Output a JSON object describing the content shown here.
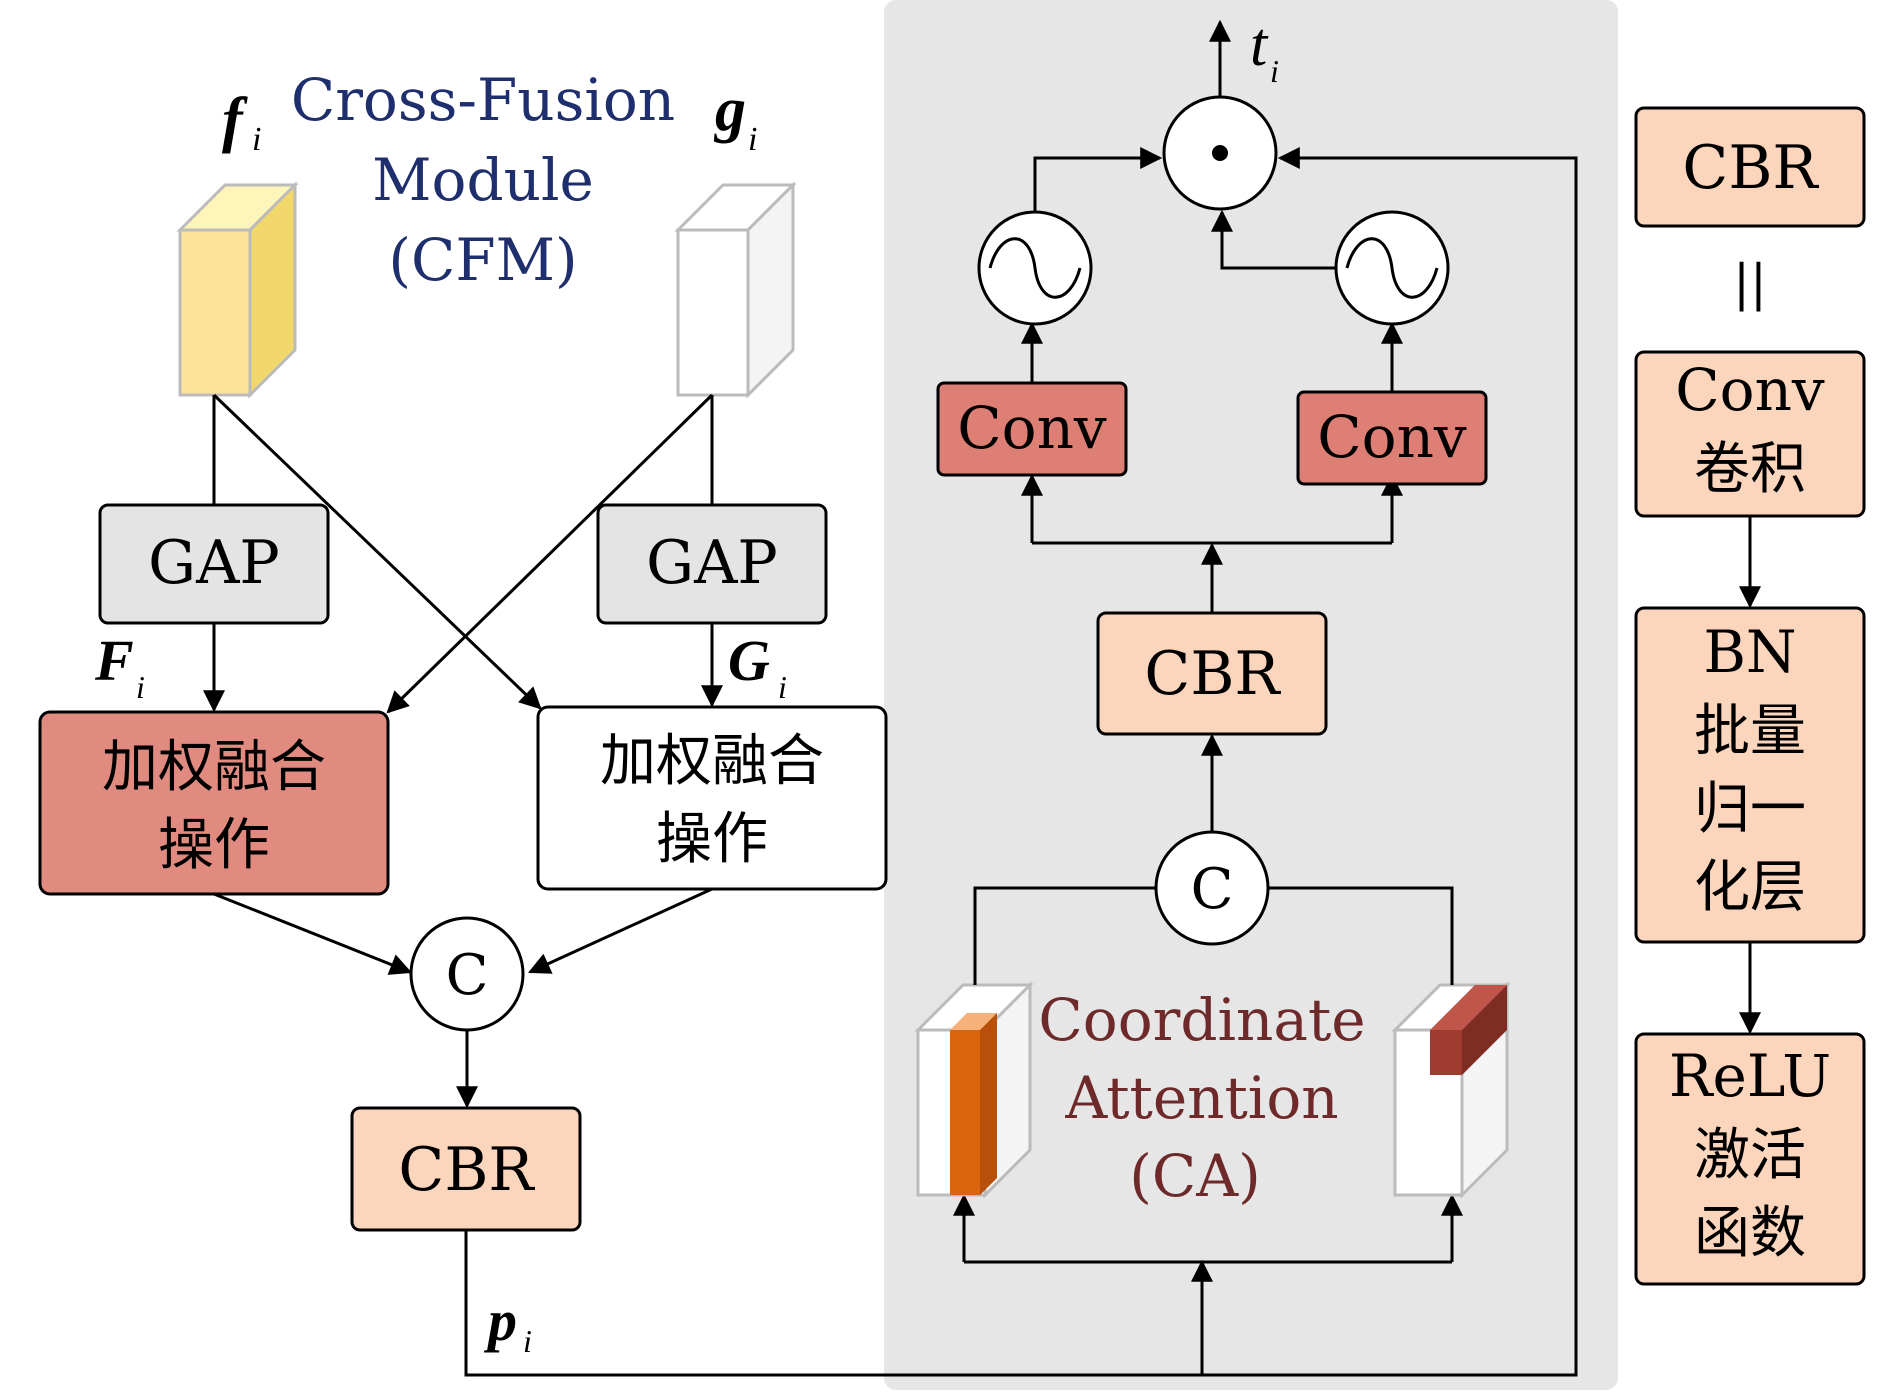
{
  "colors": {
    "panel": "#e6e6e6",
    "cbr_fill": "#fcd5bd",
    "conv_fill": "#de7f76",
    "weighted_fill": "#e08a80",
    "gap_fill": "#e4e4e4",
    "cfm_title": "#1f2f6e",
    "ca_title": "#6e2a2a",
    "f_block": "#fde39a",
    "ca_orange": "#d9650f",
    "ca_red": "#9e3c2f"
  },
  "cfm": {
    "title_lines": [
      "Cross-Fusion",
      "Module",
      "(CFM)"
    ],
    "input_f": {
      "base": "f",
      "sub": "i"
    },
    "input_g": {
      "base": "g",
      "sub": "i"
    },
    "gap_label": "GAP",
    "F": {
      "base": "F",
      "sub": "i"
    },
    "G": {
      "base": "G",
      "sub": "i"
    },
    "weighted_lines": [
      "加权融合",
      "操作"
    ],
    "concat_symbol": "C",
    "cbr_label": "CBR",
    "output_p": {
      "base": "p",
      "sub": "i"
    }
  },
  "ca": {
    "title_lines": [
      "Coordinate",
      "Attention",
      "(CA)"
    ],
    "concat_symbol": "C",
    "cbr_label": "CBR",
    "conv_label": "Conv",
    "multiply_symbol": "⊙",
    "output_t": {
      "base": "t",
      "sub": "i"
    }
  },
  "legend": {
    "cbr_label": "CBR",
    "equals": "||",
    "conv_lines": [
      "Conv",
      "卷积"
    ],
    "bn_lines": [
      "BN",
      "批量",
      "归一",
      "化层"
    ],
    "relu_lines": [
      "ReLU",
      "激活",
      "函数"
    ]
  }
}
